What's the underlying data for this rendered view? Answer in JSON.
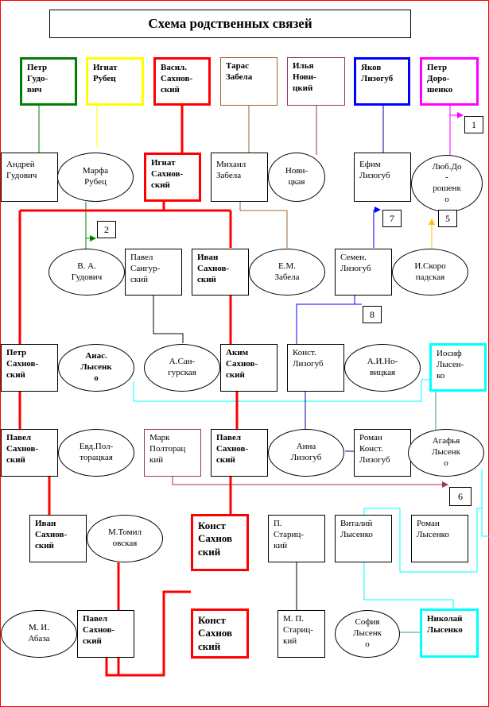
{
  "title": "Схема родственных связей",
  "colors": {
    "red": "#ff0000",
    "green": "#008000",
    "yellow": "#ffff00",
    "blue": "#0000ff",
    "magenta": "#ff00ff",
    "cyan": "#00ffff",
    "brown": "#996633",
    "purple": "#993366",
    "gray": "#808080",
    "orange": "#ffc000",
    "teal": "#339999",
    "black": "#000000",
    "navy": "#000099"
  },
  "nodes": {
    "petr_gudovich": "Петр\nГудо-\nвич",
    "ignat_rubets": "Игнат\nРубец",
    "vasil_sakhnovsky": "Васил.\nСахнов-\nский",
    "taras_zabela": "Тарас\nЗабела",
    "ilya_novitsky": "Илья\nНови-\nцкий",
    "yakov_lizogub": "Яков\nЛизогуб",
    "petr_doroshenko": "Петр\nДоро-\nшенко",
    "andrey_gudovich": "Андрей\nГудович",
    "marfa_rubets": "Марфа\nРубец",
    "ignat_sakhnovsky": "Игнат\nСахнов-\nский",
    "mikhail_zabela": "Михаил\nЗабела",
    "novitskaya": "Нови-\nцкая",
    "efim_lizogub": "Ефим\nЛизогуб",
    "lyub_doroshenko": "Люб.До\n-\nрошенк\nо",
    "va_gudovich": "В. А.\nГудович",
    "pavel_sangursky": "Павел\nСангур-\nский",
    "ivan_sakhnovsky_1": "Иван\nСахнов-\nский",
    "em_zabela": "Е.М.\nЗабела",
    "semen_lizogub": "Семен.\nЛизогуб",
    "i_skoropadskaya": "И.Скоро\nпадская",
    "petr_sakhnovsky": "Петр\nСахнов-\nский",
    "anas_lysenko": "Анас.\nЛысенк\nо",
    "a_sangurskaya": "А.Сан-\nгурская",
    "akim_sakhnovsky": "Аким\nСахнов-\nский",
    "konst_lizogub": "Конст.\nЛизогуб",
    "ai_novitskaya": "А.И.Но-\nвицкая",
    "iosif_lysenko": "Иосиф\nЛысен-\nко",
    "pavel_sakhnovsky_1": "Павел\nСахнов-\nский",
    "evd_poltoratskaya": "Евд.Пол-\nторацкая",
    "mark_poltoratsky": "Марк\nПолторац\nкий",
    "pavel_sakhnovsky_2": "Павел\nСахнов-\nский",
    "anna_lizogub": "Анна\nЛизогуб",
    "roman_konst_lizogub": "Роман\nКонст.\nЛизогуб",
    "agafya_lysenko": "Агафья\nЛысенк\nо",
    "ivan_sakhnovsky_2": "Иван\nСахнов-\nский",
    "m_tomilovskaya": "М.Томил\nовская",
    "konst_sakhnovsky_1": "Конст\nСахнов\nский",
    "p_staritsky": "П.\nСтариц-\nкий",
    "vitaly_lysenko": "Виталий\nЛысенко",
    "roman_lysenko": "Роман\nЛысенко",
    "mi_abaza": "М. И.\nАбаза",
    "pavel_sakhnovsky_3": "Павел\nСахнов-\nский",
    "konst_sakhnovsky_2": "Конст\nСахнов\nский",
    "mp_staritsky": "М. П.\nСтариц-\nкий",
    "sofia_lysenko": "София\nЛысенк\nо",
    "nikolay_lysenko": "Николай\nЛысенко"
  },
  "tags": {
    "t1": "1",
    "t2": "2",
    "t5": "5",
    "t6": "6",
    "t7": "7",
    "t8": "8"
  }
}
